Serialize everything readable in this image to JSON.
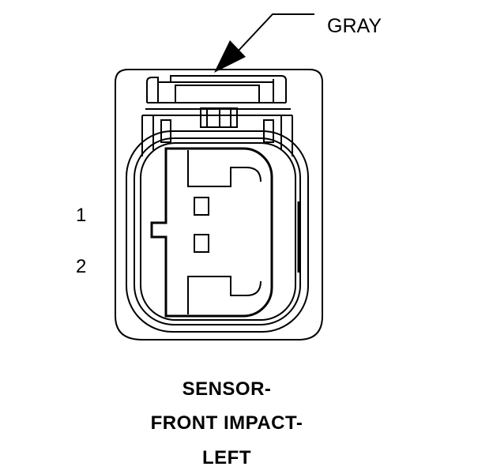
{
  "connector": {
    "color_label": "GRAY",
    "pins": [
      "1",
      "2"
    ],
    "title_lines": [
      "SENSOR-",
      "FRONT IMPACT-",
      "LEFT"
    ]
  }
}
